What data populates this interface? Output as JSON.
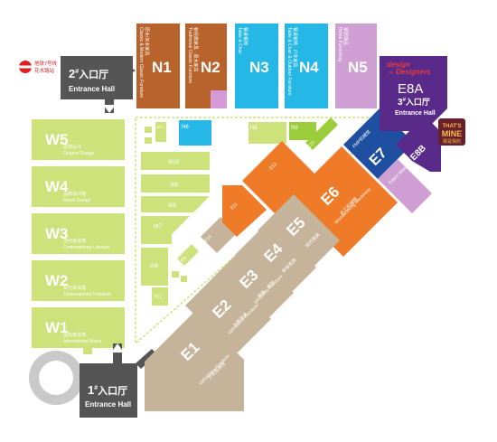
{
  "colors": {
    "brown": "#b8632b",
    "cyan": "#25b8e6",
    "lavender": "#cf9fd4",
    "pink_cell": "#d59ad6",
    "lime": "#cde27a",
    "lime_dark": "#9bcc3a",
    "orange": "#ef7a28",
    "tan": "#c6b49a",
    "navy": "#1f4fa0",
    "purple": "#5a2a8a",
    "grey_dark": "#555555",
    "grey_ring": "#c9c9c9"
  },
  "metro": {
    "line1": "地铁7号线",
    "line2": "花木路站"
  },
  "entrance2": {
    "num": "2",
    "label": "入口厅",
    "en": "Entrance Hall"
  },
  "entrance1": {
    "num": "1",
    "label": "入口厅",
    "en": "Entrance Hall"
  },
  "entrance3": {
    "num": "3",
    "label": "入口厅",
    "en": "Entrance Hall"
  },
  "halls_north": [
    {
      "id": "N1",
      "sub1": "原木/实木家具",
      "sub2": "Classic & Modern Classic Furniture"
    },
    {
      "id": "N2",
      "sub1": "新经典家具 · 原木家具",
      "sub2": "Traditional Classic Furniture"
    },
    {
      "id": "N3",
      "sub1": "餐桌餐椅",
      "sub2": "Table & Chair"
    },
    {
      "id": "N4",
      "sub1": "餐桌餐椅 · 户外家具",
      "sub2": "Table & Chair & Outdoor Furniture"
    },
    {
      "id": "N5",
      "sub1": "家居饰品",
      "sub2": "Home Furnishing"
    }
  ],
  "halls_west": [
    {
      "id": "W5",
      "sub1": "原创设计",
      "sub2": "Original Design"
    },
    {
      "id": "W4",
      "sub1": "品牌设计馆",
      "sub2": "Brand Design"
    },
    {
      "id": "W3",
      "sub1": "当代家具馆",
      "sub2": "Contemporary Lifestyle"
    },
    {
      "id": "W2",
      "sub1": "现代家具馆",
      "sub2": "Contemporary Furniture"
    },
    {
      "id": "W1",
      "sub1": "国际家具馆",
      "sub2": "International Brand"
    }
  ],
  "halls_inner": {
    "N6": "N6",
    "N8": "N8",
    "N9": "N9",
    "E15": "E15",
    "W11": "W11",
    "W10": "W10",
    "W9": "W9",
    "W8": "W8",
    "W7": "W7",
    "W6": "W6",
    "T01": "T01",
    "E9": "E9",
    "E10": "E10",
    "E11": "E11",
    "E12": "E12"
  },
  "halls_east": [
    {
      "id": "E1",
      "sub1": "沙发家具馆",
      "sub2": "Upholstery Furniture"
    },
    {
      "id": "E2",
      "sub1": "沙发家具",
      "sub2": "Upholstery Furniture"
    },
    {
      "id": "E3",
      "sub1": "软体 · 床垫",
      "sub2": "Upholstery Furniture"
    },
    {
      "id": "E4",
      "sub1": "软体家具",
      "sub2": "Upholstery"
    },
    {
      "id": "E5",
      "sub1": "现代家具",
      "sub2": "Modern Furniture"
    },
    {
      "id": "E6",
      "sub1": "木工机械馆",
      "sub2": "Woodworking Machinery"
    }
  ],
  "e7": {
    "id": "E7",
    "sub1": "FMP机械馆",
    "sub2": "Fabric Materials"
  },
  "e8a": {
    "id": "E8A",
    "brand1": "design",
    "brand2": "Designers",
    "brand_of": "of"
  },
  "e8b": {
    "id": "E8B",
    "sub1": "品牌馆",
    "sub2": "Brand"
  },
  "mine": {
    "line1": "THAT'S",
    "line2": "MINE",
    "line3": "那是我的"
  }
}
